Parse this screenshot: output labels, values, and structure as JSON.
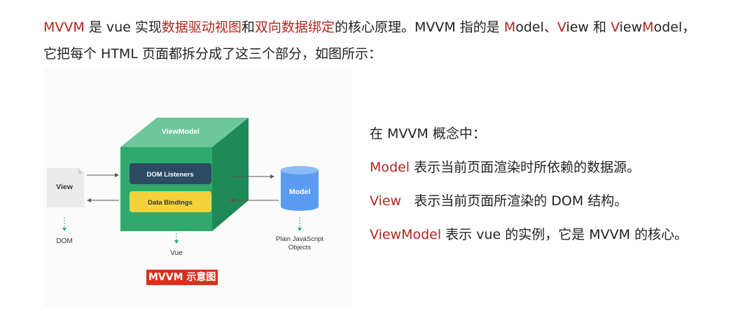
{
  "intro": {
    "line1": [
      {
        "text": "MVVM",
        "red": true
      },
      {
        "text": " 是 vue 实现",
        "red": false
      },
      {
        "text": "数据驱动视图",
        "red": true
      },
      {
        "text": "和",
        "red": false
      },
      {
        "text": "双向数据绑定",
        "red": true
      },
      {
        "text": "的核心原理。MVVM 指的是 ",
        "red": false
      },
      {
        "text": "M",
        "red": true
      },
      {
        "text": "odel、",
        "red": false
      },
      {
        "text": "V",
        "red": true
      },
      {
        "text": "iew 和 ",
        "red": false
      },
      {
        "text": "V",
        "red": true
      },
      {
        "text": "iew",
        "red": false
      },
      {
        "text": "M",
        "red": true
      },
      {
        "text": "odel，",
        "red": false
      }
    ],
    "line2": "它把每个 HTML 页面都拆分成了这三个部分，如图所示："
  },
  "diagram": {
    "viewmodel_label": "ViewModel",
    "dom_listeners_label": "DOM Listeners",
    "data_bindings_label": "Data Bindings",
    "view_label": "View",
    "model_label": "Model",
    "dom_label": "DOM",
    "vue_label": "Vue",
    "plain_js_line1": "Plain JavaScript",
    "plain_js_line2": "Objects",
    "caption": "MVVM 示意图",
    "colors": {
      "cube_front": "#2eaa6c",
      "cube_top": "#6cc79a",
      "cube_side": "#1f8a55",
      "dom_listeners_bg": "#2d4a63",
      "data_bindings_bg": "#f4d23c",
      "model_db": "#5b9cf2",
      "caption_bg": "#d8301b"
    }
  },
  "concepts": {
    "heading": "在 MVVM 概念中：",
    "items": [
      {
        "term": "Model",
        "desc": " 表示当前页面渲染时所依赖的数据源。"
      },
      {
        "term": "View",
        "desc": "   表示当前页面所渲染的 DOM 结构。"
      },
      {
        "term": "ViewModel",
        "desc": " 表示 vue 的实例，它是 MVVM 的核心。"
      }
    ]
  }
}
